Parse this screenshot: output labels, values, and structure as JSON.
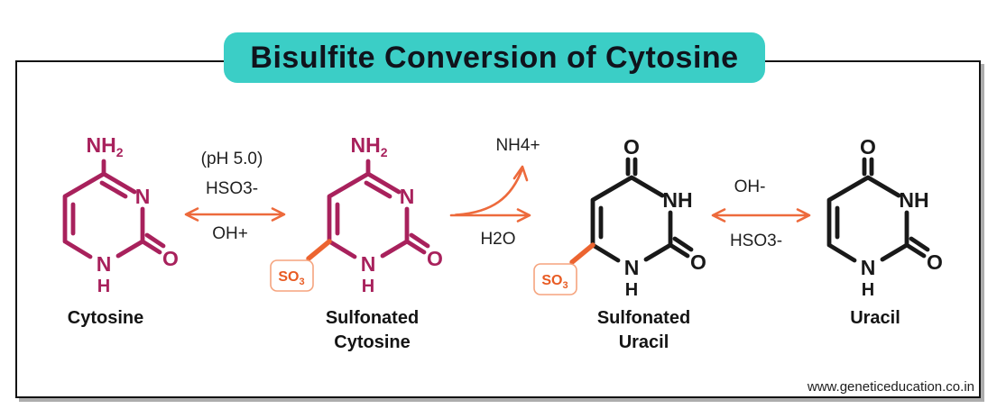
{
  "title": {
    "text": "Bisulfite Conversion of Cytosine"
  },
  "watermark": {
    "text": "www.geneticeducation.co.in"
  },
  "colors": {
    "banner_teal": "#3BCEC6",
    "cytosine_crimson": "#A8215C",
    "arrow_orange": "#ED6A3C",
    "so3_orange": "#E85B23",
    "structure_black": "#191919"
  },
  "molecules": [
    {
      "id": "cytosine",
      "name_lines": [
        "Cytosine"
      ],
      "atoms": {
        "amine": "NH",
        "amine_sub": "2",
        "n_ring_right": "N",
        "n_ring_bottom": "N",
        "h_bottom": "H",
        "o_keto": "O"
      }
    },
    {
      "id": "sulfonated-cytosine",
      "name_lines": [
        "Sulfonated",
        "Cytosine"
      ],
      "atoms": {
        "amine": "NH",
        "amine_sub": "2",
        "n_ring_right": "N",
        "n_ring_bottom": "N",
        "h_bottom": "H",
        "o_keto": "O",
        "so3": "SO",
        "so3_sub": "3"
      }
    },
    {
      "id": "sulfonated-uracil",
      "name_lines": [
        "Sulfonated",
        "Uracil"
      ],
      "atoms": {
        "o_top": "O",
        "nh_ring_right": "NH",
        "n_ring_bottom": "N",
        "h_bottom": "H",
        "o_keto": "O",
        "so3": "SO",
        "so3_sub": "3"
      }
    },
    {
      "id": "uracil",
      "name_lines": [
        "Uracil"
      ],
      "atoms": {
        "o_top": "O",
        "nh_ring_right": "NH",
        "n_ring_bottom": "N",
        "h_bottom": "H",
        "o_keto": "O"
      }
    }
  ],
  "reactions": [
    {
      "arrow": "double-headed",
      "labels_above": [
        "(pH 5.0)",
        "HSO3-"
      ],
      "label_below": "OH+"
    },
    {
      "arrow": "forward-with-branch",
      "labels_above": [
        "NH4+"
      ],
      "label_below": "H2O"
    },
    {
      "arrow": "double-headed",
      "labels_above": [
        "OH-"
      ],
      "label_below": "HSO3-"
    }
  ]
}
